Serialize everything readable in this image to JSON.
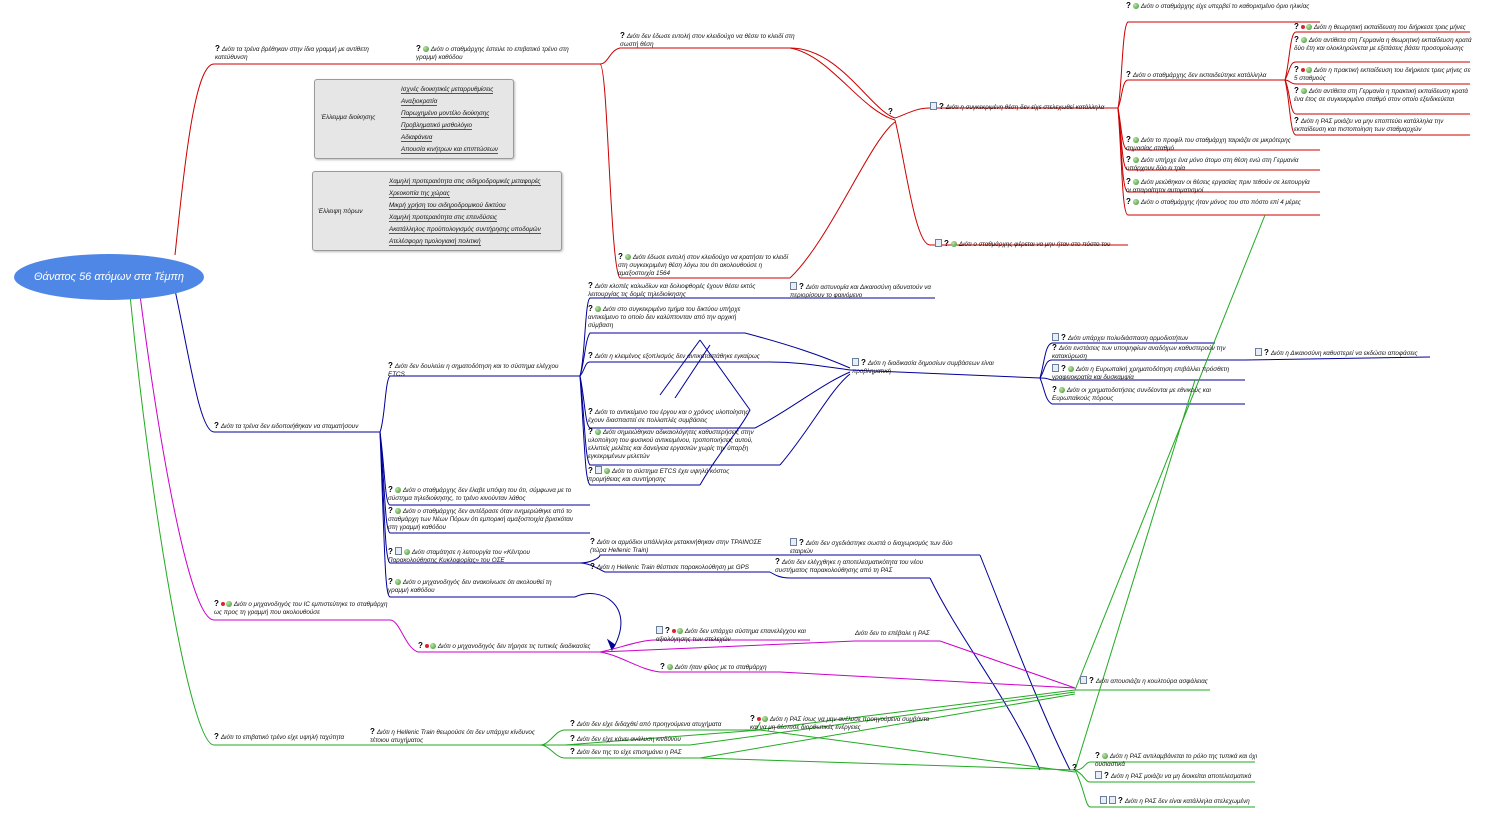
{
  "root": "Θάνατος 56 ατόμων στα Τέμπη",
  "n1": "Διότι τα τρένα βρέθηκαν στην ίδια γραμμή με αντίθετη κατεύθυνση",
  "n2": "Διότι ο σταθμάρχης έστειλε το επιβατικό τρένο στη γραμμή καθόδου",
  "n3": "Διότι δεν έδωσε εντολή στον κλειδούχο να θέσει το κλειδί στη σωστή θέση",
  "n4": "Διότι έδωσε εντολή στον κλειδούχο να κρατήσει το κλειδί στη συγκεκριμένη θέση λόγω του ότι ακολουθούσε η αμαξοστοιχία 1564",
  "box1": {
    "label": "Έλλειμμα διοίκησης",
    "items": [
      "Ισχνές διοικητικές μεταρρυθμίσεις",
      "Αναξιοκρατία",
      "Παρωχημένο μοντέλο διοίκησης",
      "Προβληματικό μισθολόγιο",
      "Αδιαφάνεια",
      "Απουσία κινήτρων και επιπτώσεων"
    ]
  },
  "box2": {
    "label": "Έλλειψη πόρων",
    "items": [
      "Χαμηλή προτεραιότητα στις σιδηροδρομικές μεταφορές",
      "Χρεοκοπία της χώρας",
      "Μικρή χρήση του σιδηροδρομικού δικτύου",
      "Χαμηλή προτεραιότητα στις επενδύσεις",
      "Ακατάλληλος προϋπολογισμός συντήρησης υποδομών",
      "Ατελέσφορη τιμολογιακή πολιτική"
    ]
  },
  "r1": "Διότι η συγκεκριμένη θέση δεν είχε στελεχωθεί κατάλληλα",
  "r2": "Διότι ο σταθμάρχης δεν εκπαιδεύτηκε κατάλληλα",
  "r3": "Διότι ο σταθμάρχης είχε υπερβεί το καθορισμένο όριο ηλικίας",
  "r4": "Διότι η θεωρητική εκπαίδευση του διήρκεσε τρεις μήνες",
  "r5": "Διότι αντίθετα στη Γερμανία η θεωρητική εκπαίδευση κρατά δύο έτη και ολοκληρώνεται με εξετάσεις βάσει προσομοίωσης",
  "r6": "Διότι η πρακτική εκπαίδευση του διήρκεσε τρεις μήνες σε 5 σταθμούς",
  "r7": "Διότι αντίθετα στη Γερμανία η πρακτική εκπαίδευση κρατά ένα έτος σε συγκεκριμένο σταθμό στον οποίο εξειδικεύεται",
  "r8": "Διότι η ΡΑΣ μοιάζει να μην εποπτεύει κατάλληλα την εκπαίδευση και πιστοποίηση των σταθμαρχών",
  "r9": "Διότι το προφίλ του σταθμάρχη ταιριάζει σε μικρότερης σημασίας σταθμό",
  "r10": "Διότι υπήρχε ένα μόνο άτομο στη θέση ενώ στη Γερμανία υπάρχουν δύο ει τρία",
  "r11": "Διότι μειώθηκαν οι θέσεις εργασίας πριν τεθούν σε λειτουργία οι απαραίτητοι αυτοματισμοί",
  "r12": "Διότι ο σταθμάρχης ήταν μόνος του στο πόστο επί 4 μέρες",
  "r13": "Διότι ο σταθμάρχης φέρεται να μην ήταν στο πόστο του",
  "b1": "Διότι τα τρένα δεν ειδοποιήθηκαν να σταματήσουν",
  "b2": "Διότι δεν δουλεύει η σηματοδότηση και το σύστημα ελέγχου ETCS",
  "b3": "Διότι κλοπές καλωδίων και δολιοφθορές έχουν θέσει εκτός λειτουργίας τις δομές τηλεδιοίκησης",
  "b4": "Διότι αστυνομία και Δικαιοσύνη αδυνατούν να περιορίσουν το φαινόμενο",
  "b5": "Διότι στο συγκεκριμένο τμήμα του δικτύου υπήρχε αντικείμενο το οποίο δεν καλύπτονταν από την αρχική σύμβαση",
  "b6": "Διότι η κλειμένος εξοπλισμός δεν αντικαταστάθηκε εγκαίρως",
  "b7": "Διότι το αντικείμενο του έργου και ο χρόνος υλοποίησης έχουν διασπαστεί σε πολλαπλές συμβάσεις",
  "b8": "Διότι σημειώθηκαν αδικαιολόγητες καθυστερήσεις στην υλοποίηση του φυσικού αντικειμένου, τροποποιήσεις αυτού, ελλιπείς μελέτες και δανείγεια εργασιών χωρίς την ύπαρξη εγκεκριμένων μελετών",
  "b9": "Διότι το σύστημα ETCS έχει υψηλό κόστος προμήθειας και συντήρησης",
  "b10": "Διότι η διαδικασία δημοσίων συμβάσεων είναι προβληματική",
  "b11": "Διότι υπάρχει πολυδιάσπαση αρμοδιοτήτων",
  "b12": "Διότι ενστάσεις των υποψηφίων αναδόχων καθυστερούν την κατακύρωση",
  "b13": "Διότι η Δικαιοσύνη καθυστερεί να εκδώσει αποφάσεις",
  "b14": "Διότι η Ευρωπαϊκή χρηματοδότηση επιβάλλει πρόσθετη γραφειοκρατία και δυσκαμψία",
  "b15": "Διότι οι χρηματοδοτήσεις συνδέονται με εθνικούς και Ευρωπαϊκούς πόρους",
  "b16": "Διότι ο σταθμάρχης δεν έλαβε υπόψη του ότι, σύμφωνα με το σύστημα τηλεδιοίκησης, το τρένο κινούνταν λάθος",
  "b17": "Διότι ο σταθμάρχης δεν αντέδρασε όταν ενημερώθηκε από το σταθμάρχη των Νέων Πόρων ότι εμπορική αμαξοστοιχία βρισκόταν στη γραμμή καθόδου",
  "b18": "Διότι σταμάτησε η λειτουργία του «Κέντρου Παρακολούθησης Κυκλοφορίας» του ΟΣΕ",
  "b19": "Διότι οι αρμόδιοι υπάλληλοι μετακινήθηκαν στην ΤΡΑΙΝΟΣΕ (τώρα Hellenic Train)",
  "b20": "Διότι δεν σχεδιάστηκε σωστά ο διαχωρισμός των δύο εταιριών",
  "b21": "Διότι η Hellenic Train θέσπισε παρακολούθηση με GPS",
  "b22": "Διότι δεν ελέγχθηκε η αποτελεσματικότητα του νέου συστήματος παρακολούθησης από τη ΡΑΣ",
  "b23": "Διότι ο μηχανοδηγός δεν ανακοίνωσε ότι ακολουθεί τη γραμμή καθόδου",
  "m1": "Διότι ο μηχανοδηγός του IC εμπιστεύτηκε το σταθμάρχη ως προς τη γραμμή που ακολουθούσε",
  "m2": "Διότι ο μηχανοδηγός δεν τήρησε τις τυπικές διαδικασίες",
  "m3": "Διότι δεν υπάρχει σύστημα επανελέγχου και αξιολόγησης των στελεχών",
  "m4": "Διότι δεν το επέβαλε η ΡΑΣ",
  "m5": "Διότι ήταν φίλος με το σταθμάρχη",
  "g1": "Διότι το επιβατικό τρένο είχε υψηλή ταχύτητα",
  "g2": "Διότι η Hellenic Train θεωρούσε ότι δεν υπάρχει κίνδυνος τέτοιου ατυχήματος",
  "g3": "Διότι δεν είχε διδαχθεί από προηγούμενα ατυχήματα",
  "g4": "Διότι δεν είχε κάνει ανάλυση κινδύνου",
  "g5": "Διότι δεν της το είχε επισημάνει η ΡΑΣ",
  "g6": "Διότι η ΡΑΣ ίσως να μην ανέλυσε προηγούμενα συμβάντα και να μη θέσπισε διορθωτικές ενέργειες",
  "g7": "Διότι απουσιάζει η κουλτούρα ασφάλειας",
  "g8": "Διότι η ΡΑΣ αντιλαμβάνεται το ρόλο της τυπικά και όχι ουσιαστικά",
  "g9": "Διότι η ΡΑΣ μοιάζει να μη διοικείται αποτελεσματικά",
  "g10": "Διότι η ΡΑΣ δεν είναι κατάλληλα στελεχωμένη",
  "colors": {
    "red": "#cc0000",
    "blue": "#000099",
    "green": "#22aa22",
    "magenta": "#cc00cc",
    "root": "#4f87e6"
  },
  "icons": [
    "question-icon",
    "globe-icon",
    "note-icon",
    "flag-icon"
  ]
}
